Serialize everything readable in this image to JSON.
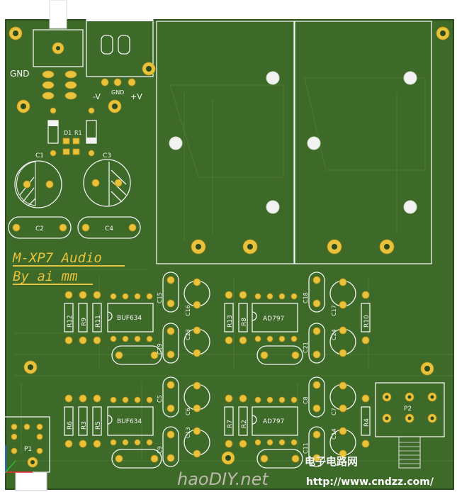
{
  "board": {
    "title_line1": "M-XP7 Audio",
    "title_line2": "By ai_mm",
    "colors": {
      "substrate": "#3d6a28",
      "silk": "#f2f2f2",
      "copper": "#e8c23a",
      "title": "#e8c23a",
      "watermark": "#c9b8b8"
    }
  },
  "labels": {
    "gnd_left": "GND",
    "power_minus": "-V",
    "power_gnd": "GND",
    "power_plus": "+V",
    "d1": "D1",
    "r1": "R1",
    "c1": "C1",
    "c3": "C3",
    "c2": "C2",
    "c4": "C4",
    "r12": "R12",
    "r9": "R9",
    "r11": "R11",
    "buf_top": "BUF634",
    "c15": "C15",
    "c16": "C16",
    "c23": "C23",
    "c19": "C19",
    "r13": "R13",
    "r8": "R8",
    "ad_top": "AD797",
    "c18": "C18",
    "c17": "C17",
    "c24": "C24",
    "c21": "C21",
    "r10": "R10",
    "r6": "R6",
    "r3": "R3",
    "r5": "R5",
    "buf_bot": "BUF634",
    "c5": "C5",
    "c6": "C6",
    "c13": "C13",
    "c9": "C9",
    "r7": "R7",
    "r2": "R2",
    "ad_bot": "AD797",
    "c8": "C8",
    "c7": "C7",
    "c14": "C14",
    "c11": "C11",
    "r4": "R4",
    "p1": "P1",
    "p2": "P2"
  },
  "watermarks": {
    "left": "haoDIY.net",
    "right_cn": "电子电路网",
    "right_url": "http://www.cndzz.com/"
  }
}
